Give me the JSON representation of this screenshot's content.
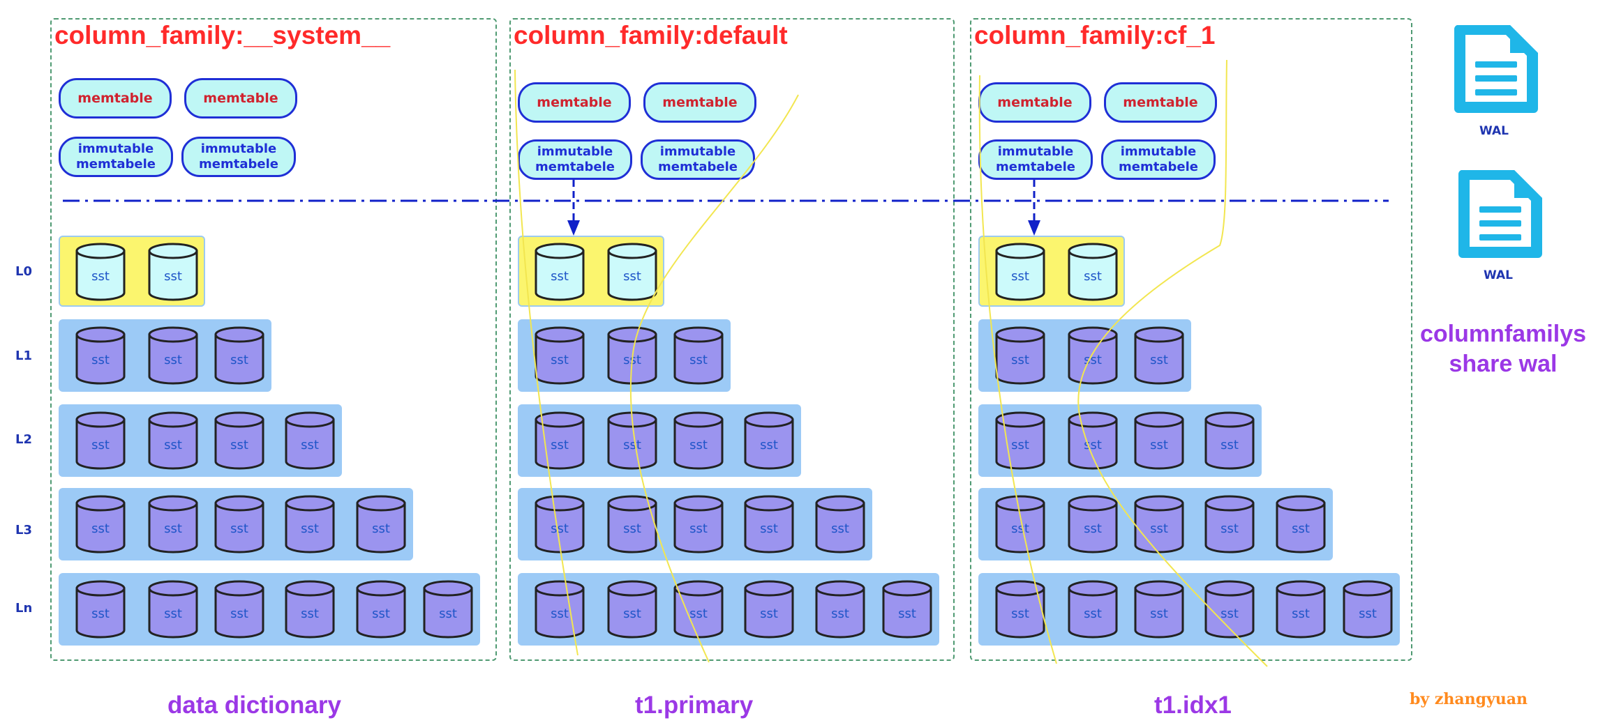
{
  "levels": [
    "L0",
    "L1",
    "L2",
    "L3",
    "Ln"
  ],
  "sst_label": "sst",
  "column_families": [
    {
      "title": "column_family:__system__",
      "memtables": [
        "memtable",
        "memtable"
      ],
      "immutables": [
        "immutable\nmemtabele",
        "immutable\nmemtabele"
      ],
      "sst_counts": [
        2,
        3,
        4,
        5,
        6
      ],
      "caption": "data dictionary"
    },
    {
      "title": "column_family:default",
      "memtables": [
        "memtable",
        "memtable"
      ],
      "immutables": [
        "immutable\nmemtabele",
        "immutable\nmemtabele"
      ],
      "sst_counts": [
        2,
        3,
        4,
        5,
        6
      ],
      "caption": "t1.primary"
    },
    {
      "title": "column_family:cf_1",
      "memtables": [
        "memtable",
        "memtable"
      ],
      "immutables": [
        "immutable\nmemtabele",
        "immutable\nmemtabele"
      ],
      "sst_counts": [
        2,
        3,
        4,
        5,
        6
      ],
      "caption": "t1.idx1"
    }
  ],
  "wal": {
    "labels": [
      "WAL",
      "WAL"
    ],
    "icon": "document-icon"
  },
  "share_note": "columnfamilys\nshare wal",
  "credit": "by zhangyuan",
  "colors": {
    "title": "#ff2a2a",
    "caption": "#9b38e6",
    "divider": "#1020c8",
    "l0_fill": "#fbf56e",
    "level_fill": "#9ccaf6",
    "sst_l0": "#ccfafb",
    "sst_lower": "#9b94ef",
    "wal_icon": "#1fb6e8",
    "curve": "#f2e650"
  }
}
